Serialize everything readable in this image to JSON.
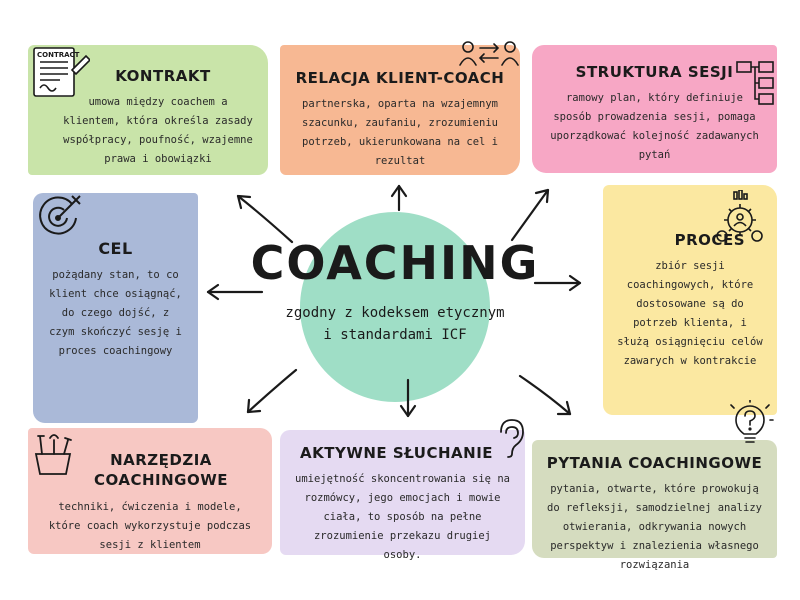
{
  "center": {
    "title": "COACHING",
    "subtitle_line1": "zgodny z kodeksem etycznym",
    "subtitle_line2": "i standardami ICF"
  },
  "cards": {
    "kontrakt": {
      "title": "KONTRAKT",
      "description": "umowa między coachem a klientem, która określa zasady współpracy, poufność, wzajemne prawa i obowiązki",
      "icon_label": "CONTRACT",
      "icon": "contract-icon",
      "color": "#c9e4a9"
    },
    "relacja": {
      "title": "RELACJA KLIENT-COACH",
      "description": "partnerska, oparta na wzajemnym szacunku, zaufaniu, zrozumieniu potrzeb, ukierunkowana na cel i rezultat",
      "icon": "people-exchange-icon",
      "color": "#f7b893"
    },
    "struktura": {
      "title": "STRUKTURA SESJI",
      "description": "ramowy plan, który definiuje sposób prowadzenia sesji, pomaga uporządkować kolejność zadawanych pytań",
      "icon": "flowchart-icon",
      "color": "#f7a7c5"
    },
    "cel": {
      "title": "CEL",
      "description": "pożądany stan, to co klient chce osiągnąć, do czego dojść, z czym skończyć sesję i proces coachingowy",
      "icon": "target-icon",
      "color": "#aab9d8"
    },
    "proces": {
      "title": "PROCES",
      "description": "zbiór sesji coachingowych, które dostosowane są do potrzeb klienta, i służą osiągnięciu celów zawarych w kontrakcie",
      "icon": "process-gear-icon",
      "color": "#fbe8a1"
    },
    "narzedzia": {
      "title": "NARZĘDZIA COACHINGOWE",
      "description": "techniki, ćwiczenia i modele, które coach wykorzystuje podczas sesji z klientem",
      "icon": "tools-icon",
      "color": "#f7c8c3"
    },
    "aktywne": {
      "title": "AKTYWNE SŁUCHANIE",
      "description": "umiejętność skoncentrowania się na rozmówcy, jego emocjach i mowie ciała, to sposób na pełne zrozumienie przekazu drugiej osoby.",
      "icon": "ear-icon",
      "color": "#e5daf2"
    },
    "pytania": {
      "title": "PYTANIA COACHINGOWE",
      "description": "pytania, otwarte, które prowokują do refleksji, samodzielnej analizy otwierania, odkrywania nowych perspektyw i znalezienia własnego rozwiązania",
      "icon": "lightbulb-question-icon",
      "color": "#d5dcbf"
    }
  }
}
